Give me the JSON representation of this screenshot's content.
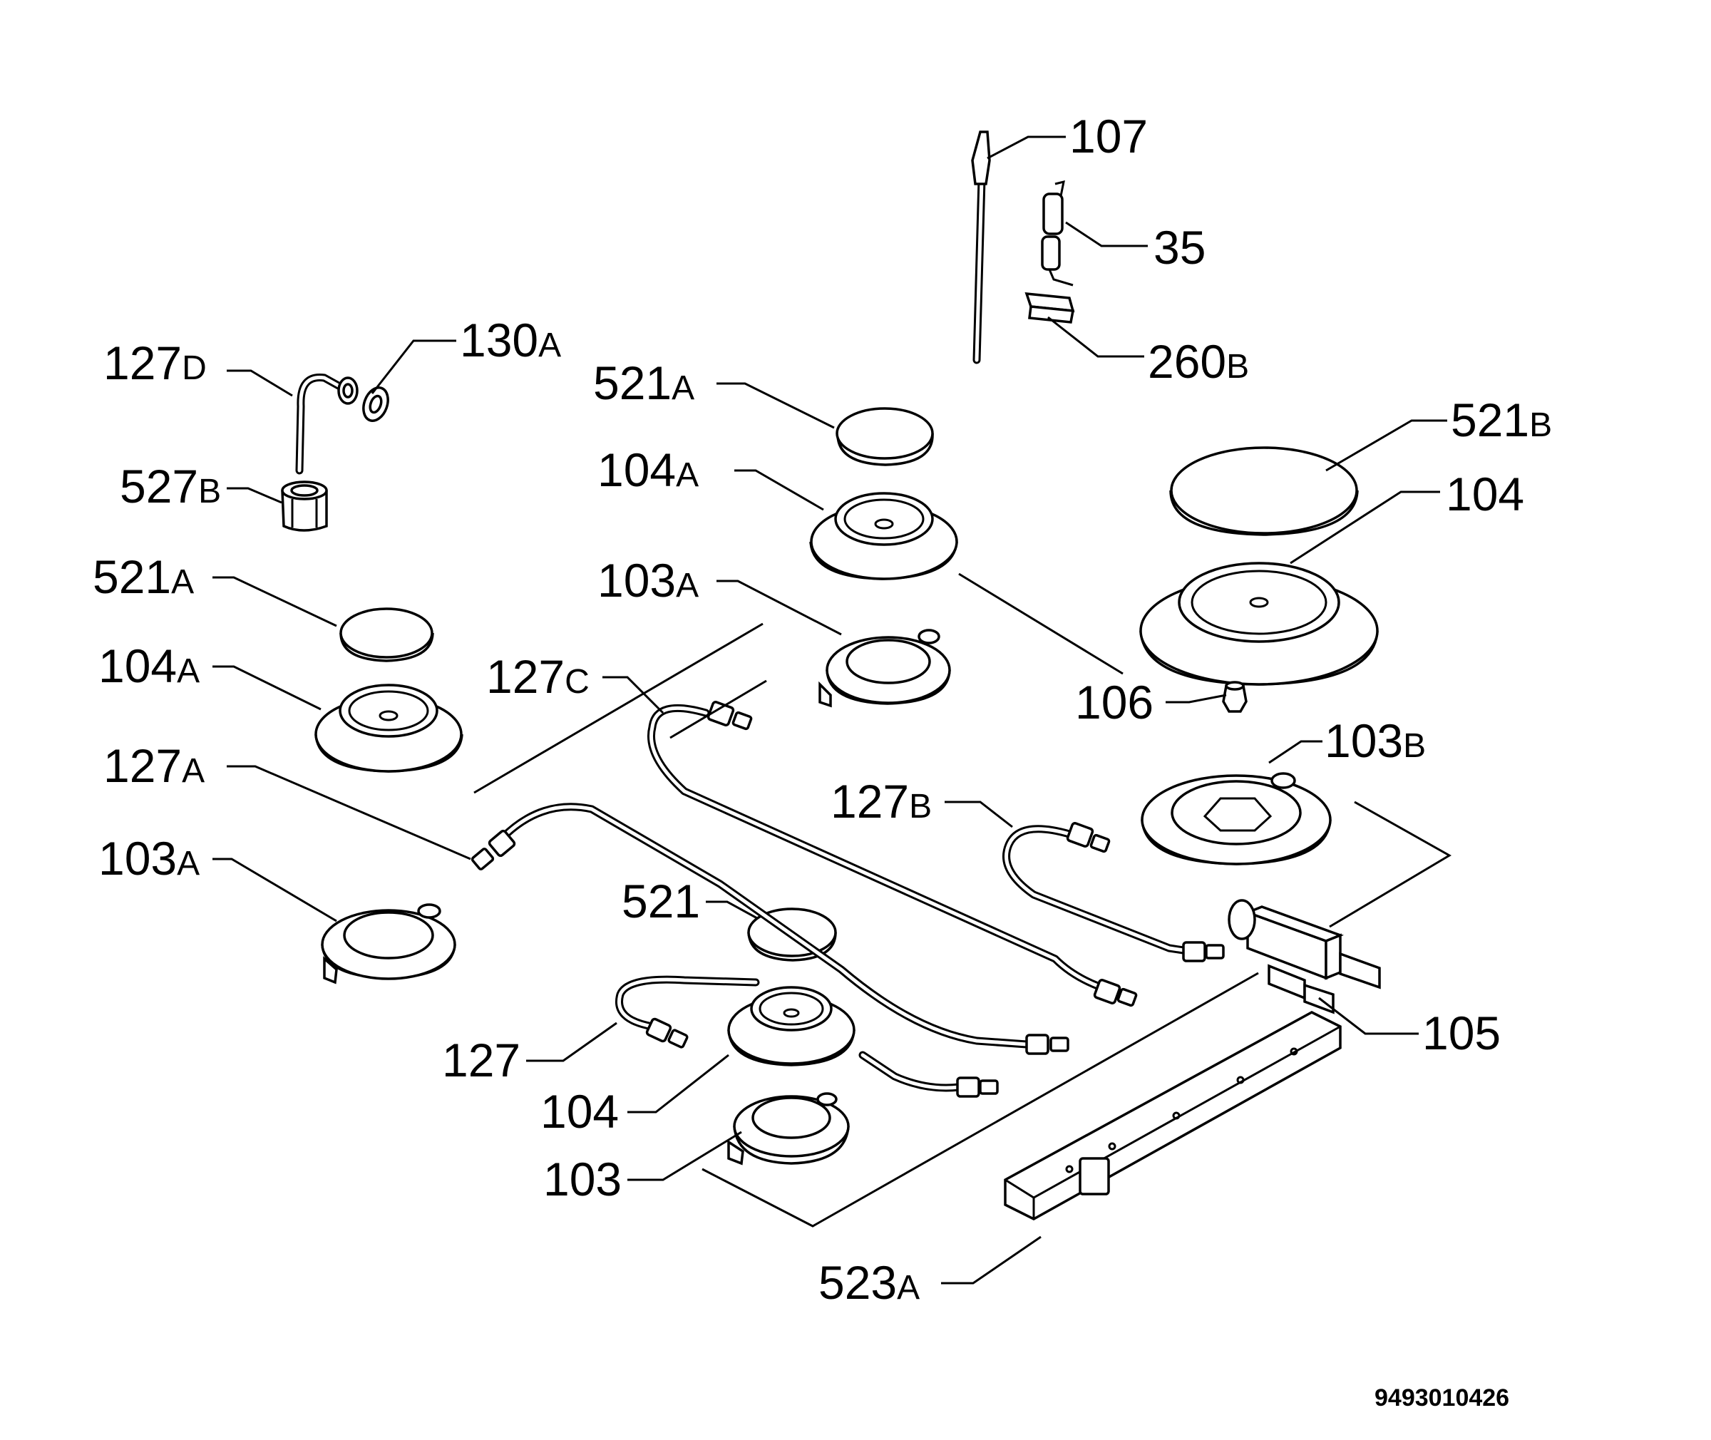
{
  "labels": [
    {
      "num": "107",
      "suf": ""
    },
    {
      "num": "35",
      "suf": ""
    },
    {
      "num": "260",
      "suf": "B"
    },
    {
      "num": "127",
      "suf": "D"
    },
    {
      "num": "130",
      "suf": "A"
    },
    {
      "num": "521",
      "suf": "A"
    },
    {
      "num": "521",
      "suf": "B"
    },
    {
      "num": "104",
      "suf": "A"
    },
    {
      "num": "104",
      "suf": ""
    },
    {
      "num": "527",
      "suf": "B"
    },
    {
      "num": "103",
      "suf": "A"
    },
    {
      "num": "521",
      "suf": "A"
    },
    {
      "num": "104",
      "suf": "A"
    },
    {
      "num": "127",
      "suf": "C"
    },
    {
      "num": "106",
      "suf": ""
    },
    {
      "num": "103",
      "suf": "B"
    },
    {
      "num": "127",
      "suf": "A"
    },
    {
      "num": "127",
      "suf": "B"
    },
    {
      "num": "103",
      "suf": "A"
    },
    {
      "num": "521",
      "suf": ""
    },
    {
      "num": "105",
      "suf": ""
    },
    {
      "num": "127",
      "suf": ""
    },
    {
      "num": "104",
      "suf": ""
    },
    {
      "num": "103",
      "suf": ""
    },
    {
      "num": "523",
      "suf": "A"
    }
  ],
  "document_code": "9493010426"
}
